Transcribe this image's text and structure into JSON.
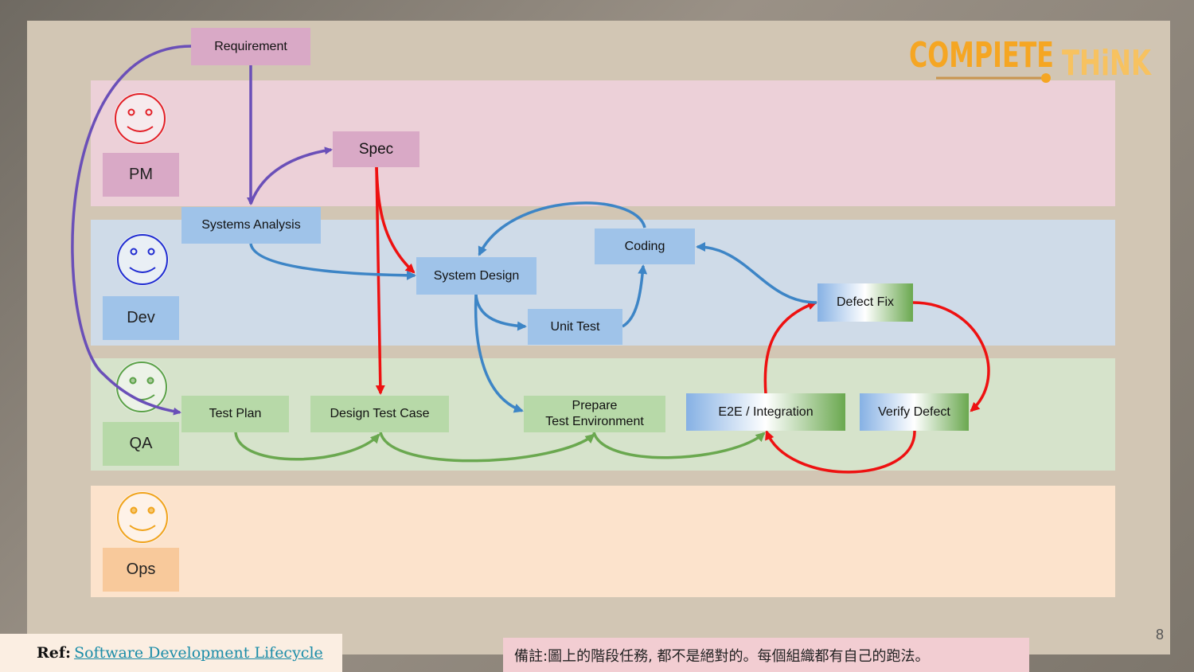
{
  "logo": {
    "text_a": "COMPIETE",
    "text_b": "THiNK",
    "colors": [
      "#f5a623",
      "#f7c260"
    ]
  },
  "page_number": "8",
  "roles": [
    {
      "id": "pm",
      "label": "PM",
      "color": "#e21f26",
      "icon": "smiley-face-icon"
    },
    {
      "id": "dev",
      "label": "Dev",
      "color": "#1f2bd1",
      "icon": "smiley-face-icon"
    },
    {
      "id": "qa",
      "label": "QA",
      "color": "#5aa147",
      "icon": "smiley-face-icon"
    },
    {
      "id": "ops",
      "label": "Ops",
      "color": "#f0a31b",
      "icon": "smiley-face-icon"
    }
  ],
  "nodes": {
    "requirement": "Requirement",
    "spec": "Spec",
    "systems_analysis": "Systems Analysis",
    "system_design": "System Design",
    "coding": "Coding",
    "unit_test": "Unit Test",
    "defect_fix": "Defect Fix",
    "test_plan": "Test Plan",
    "design_test_case": "Design Test Case",
    "prepare_test_env": "Prepare\nTest Environment",
    "e2e_integration": "E2E  / Integration",
    "verify_defect": "Verify Defect"
  },
  "arrow_colors": {
    "purple": "#6a4fb8",
    "blue": "#3d85c6",
    "red": "#ee1111",
    "green": "#6aa84f"
  },
  "ref": {
    "label": "Ref:",
    "link_text": "Software Development Lifecycle"
  },
  "note": "備註:圖上的階段任務, 都不是絕對的。每個組織都有自己的跑法。"
}
